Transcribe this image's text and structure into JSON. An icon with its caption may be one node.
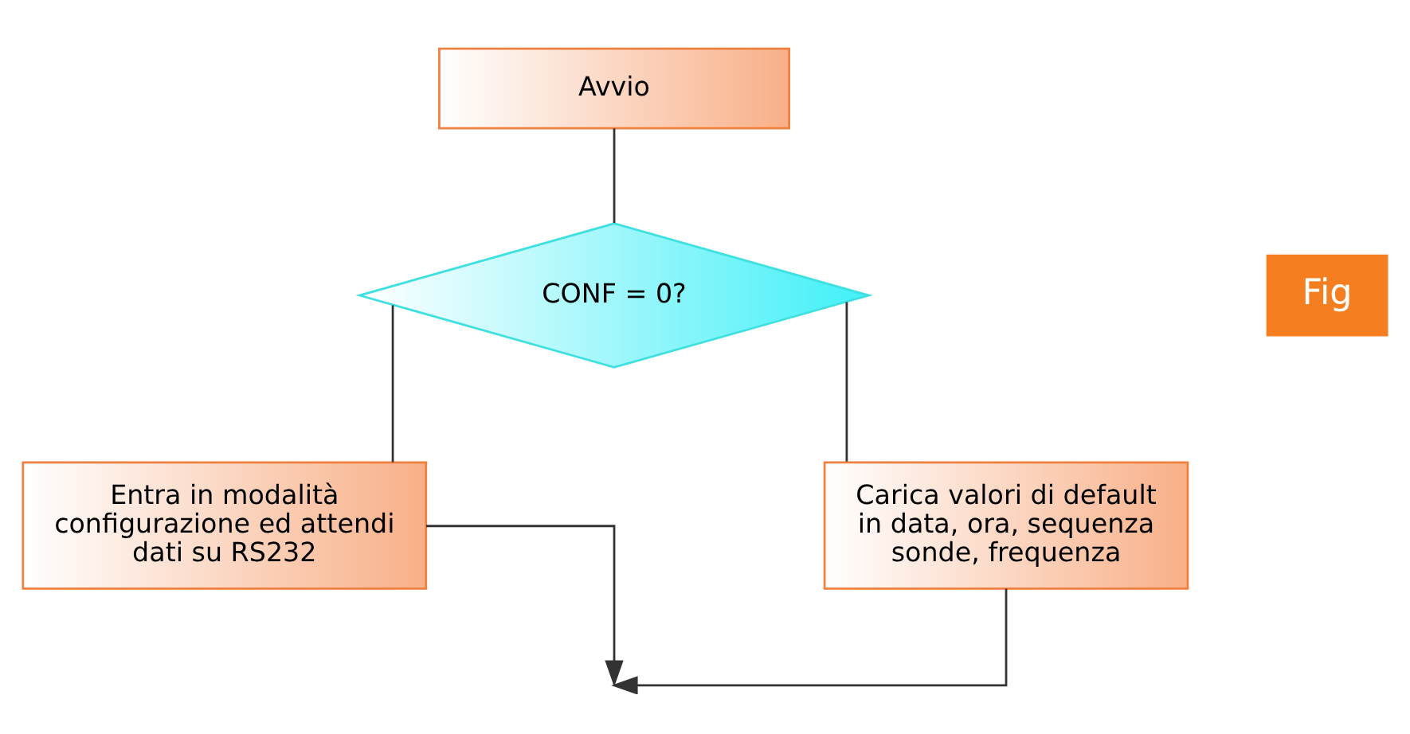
{
  "diagram": {
    "nodes": [
      {
        "text": [
          "Avvio"
        ]
      },
      {
        "text": [
          "CONF = 0?"
        ]
      },
      {
        "text": [
          "Entra in modalità configurazione ed attendi dati su RS232"
        ]
      },
      {
        "text": [
          "Carica valori di default in data, ora, sequenza sonde, frequenza"
        ]
      }
    ],
    "edges": [
      {
        "from": 0,
        "to": 1,
        "arrow": "none"
      },
      {
        "from": 1,
        "to": 2,
        "arrow": "none"
      },
      {
        "from": 1,
        "to": 3,
        "arrow": "none"
      },
      {
        "from": 2,
        "to": null,
        "arrow": "to"
      },
      {
        "from": 3,
        "to": null,
        "arrow": "to"
      }
    ],
    "labels": [
      "Fig"
    ]
  }
}
